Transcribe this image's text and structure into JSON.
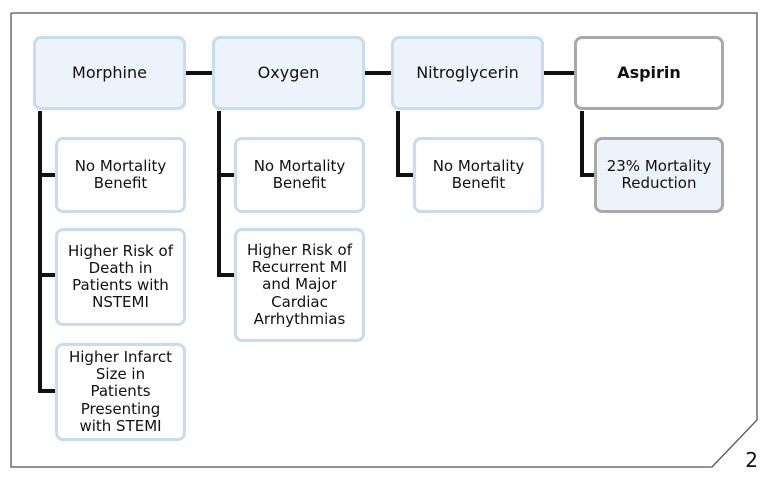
{
  "columns": [
    {
      "header": "Morphine",
      "items": [
        "No Mortality Benefit",
        "Higher Risk of Death in Patients with NSTEMI",
        "Higher Infarct Size in Patients Presenting with STEMI"
      ]
    },
    {
      "header": "Oxygen",
      "items": [
        "No Mortality Benefit",
        "Higher Risk of Recurrent MI and Major Cardiac Arrhythmias"
      ]
    },
    {
      "header": "Nitroglycerin",
      "items": [
        "No Mortality Benefit"
      ]
    },
    {
      "header": "Aspirin",
      "items": [
        "23% Mortality Reduction"
      ]
    }
  ],
  "page_number": "2"
}
